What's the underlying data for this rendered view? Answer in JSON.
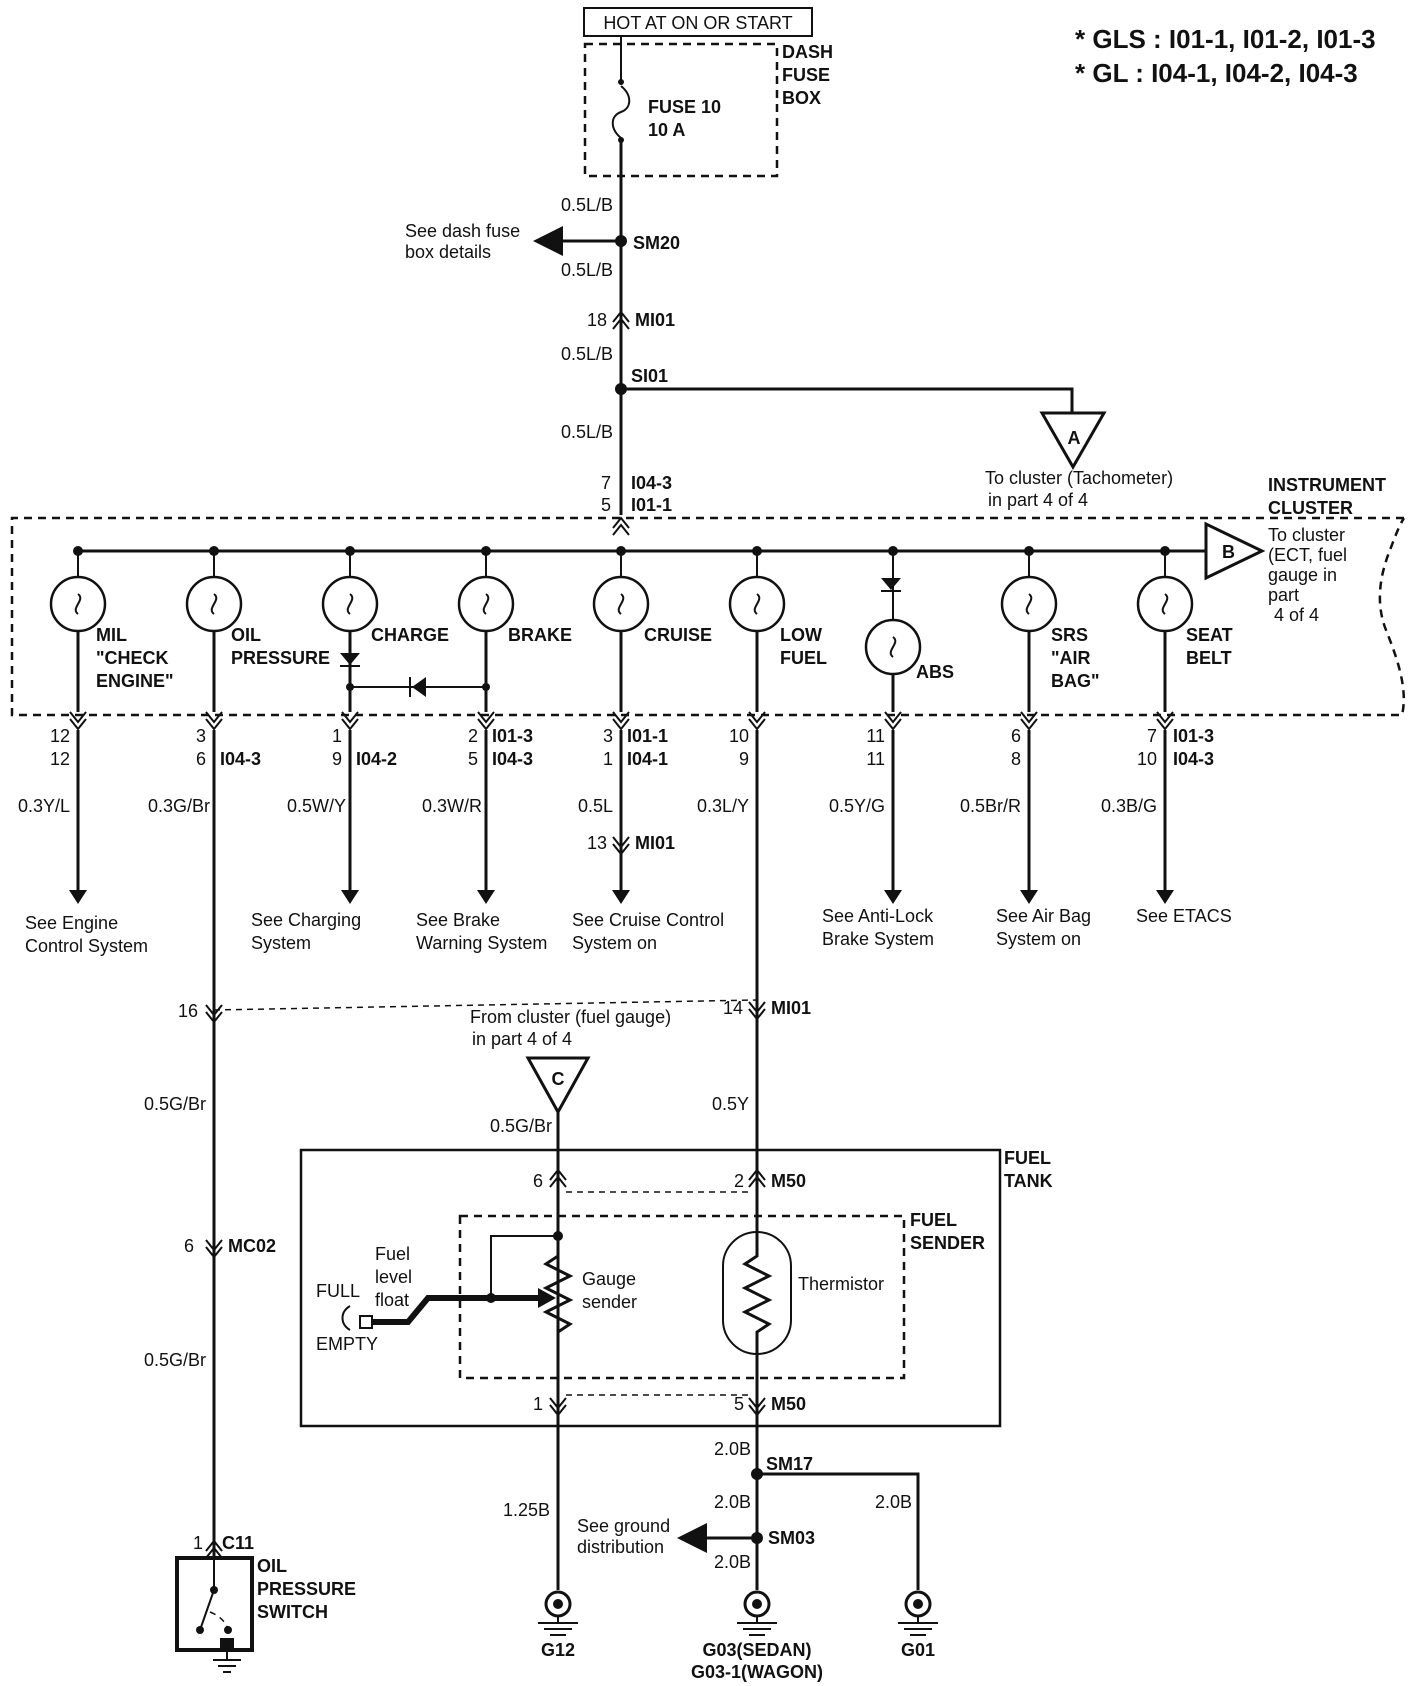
{
  "title_box": "HOT AT ON OR START",
  "legend": {
    "line1": "* GLS : I01-1, I01-2, I01-3",
    "line2": "* GL : I04-1, I04-2, I04-3"
  },
  "dash_fuse_box": {
    "l1": "DASH",
    "l2": "FUSE",
    "l3": "BOX"
  },
  "fuse": {
    "name": "FUSE 10",
    "rating": "10 A"
  },
  "top_wires": {
    "w1": "0.5L/B",
    "w2": "0.5L/B",
    "w3": "0.5L/B",
    "w4": "0.5L/B",
    "sm20": "SM20",
    "see_dash_1": "See dash fuse",
    "see_dash_2": "box details",
    "mi01_pin": "18",
    "mi01": "MI01",
    "si01": "SI01",
    "conn_pin_top": "7",
    "conn_top": "I04-3",
    "conn_pin_bot": "5",
    "conn_bot": "I01-1"
  },
  "offpage_a": {
    "letter": "A",
    "l1": "To cluster (Tachometer)",
    "l2": "in part 4 of 4"
  },
  "instrument_cluster": {
    "l1": "INSTRUMENT",
    "l2": "CLUSTER"
  },
  "offpage_b": {
    "letter": "B",
    "l1": "To cluster",
    "l2": "(ECT, fuel",
    "l3": "gauge in",
    "l4": "part",
    "l5": "4 of 4"
  },
  "lamps": [
    {
      "l1": "MIL",
      "l2": "\"CHECK",
      "l3": "ENGINE\""
    },
    {
      "l1": "OIL",
      "l2": "PRESSURE"
    },
    {
      "l1": "CHARGE"
    },
    {
      "l1": "BRAKE"
    },
    {
      "l1": "CRUISE"
    },
    {
      "l1": "LOW",
      "l2": "FUEL"
    },
    {
      "l1": "ABS"
    },
    {
      "l1": "SRS",
      "l2": "\"AIR",
      "l3": "BAG\""
    },
    {
      "l1": "SEAT",
      "l2": "BELT"
    }
  ],
  "pins": [
    {
      "p1": "12",
      "p2": "12",
      "c1": "",
      "c2": "",
      "wire": "0.3Y/L",
      "see1": "See Engine",
      "see2": "Control System"
    },
    {
      "p1": "3",
      "p2": "6",
      "c1": "",
      "c2": "I04-3",
      "wire": "0.3G/Br",
      "see1": "",
      "see2": ""
    },
    {
      "p1": "1",
      "p2": "9",
      "c1": "",
      "c2": "I04-2",
      "wire": "0.5W/Y",
      "see1": "See Charging",
      "see2": "System"
    },
    {
      "p1": "2",
      "p2": "5",
      "c1": "I01-3",
      "c2": "I04-3",
      "wire": "0.3W/R",
      "see1": "See Brake",
      "see2": "Warning System"
    },
    {
      "p1": "3",
      "p2": "1",
      "c1": "I01-1",
      "c2": "I04-1",
      "wire": "0.5L",
      "see1": "See Cruise Control",
      "see2": "System on"
    },
    {
      "p1": "10",
      "p2": "9",
      "c1": "",
      "c2": "",
      "wire": "0.3L/Y",
      "see1": "",
      "see2": ""
    },
    {
      "p1": "11",
      "p2": "11",
      "c1": "",
      "c2": "",
      "wire": "0.5Y/G",
      "see1": "See Anti-Lock",
      "see2": "Brake System"
    },
    {
      "p1": "6",
      "p2": "8",
      "c1": "",
      "c2": "",
      "wire": "0.5Br/R",
      "see1": "See Air Bag",
      "see2": "System on"
    },
    {
      "p1": "7",
      "p2": "10",
      "c1": "I01-3",
      "c2": "I04-3",
      "wire": "0.3B/G",
      "see1": "See ETACS",
      "see2": ""
    }
  ],
  "cruise_mi01": {
    "pin": "13",
    "name": "MI01"
  },
  "mid": {
    "pin16": "16",
    "pin14": "14",
    "mi01": "MI01",
    "w_gbr1": "0.5G/Br",
    "w_5y": "0.5Y",
    "from_cluster_1": "From cluster (fuel gauge)",
    "from_cluster_2": "in part 4 of 4",
    "letter_c": "C",
    "w_gbr_c": "0.5G/Br",
    "mc02_pin": "6",
    "mc02": "MC02",
    "w_gbr2": "0.5G/Br"
  },
  "fuel_tank": {
    "l1": "FUEL",
    "l2": "TANK",
    "pin6": "6",
    "pin2": "2",
    "m50_top": "M50",
    "pin1": "1",
    "pin5": "5",
    "m50_bot": "M50",
    "sender1": "FUEL",
    "sender2": "SENDER",
    "float1": "Fuel",
    "float2": "level",
    "float3": "float",
    "full": "FULL",
    "empty": "EMPTY",
    "gauge1": "Gauge",
    "gauge2": "sender",
    "thermistor": "Thermistor"
  },
  "oil_switch": {
    "pin": "1",
    "conn": "C11",
    "l1": "OIL",
    "l2": "PRESSURE",
    "l3": "SWITCH"
  },
  "ground": {
    "w125": "1.25B",
    "w20a": "2.0B",
    "sm17": "SM17",
    "w20b": "2.0B",
    "w20c": "2.0B",
    "see1": "See ground",
    "see2": "distribution",
    "sm03": "SM03",
    "w20d": "2.0B",
    "g12": "G12",
    "g03": "G03(SEDAN)",
    "g031": "G03-1(WAGON)",
    "g01": "G01"
  }
}
